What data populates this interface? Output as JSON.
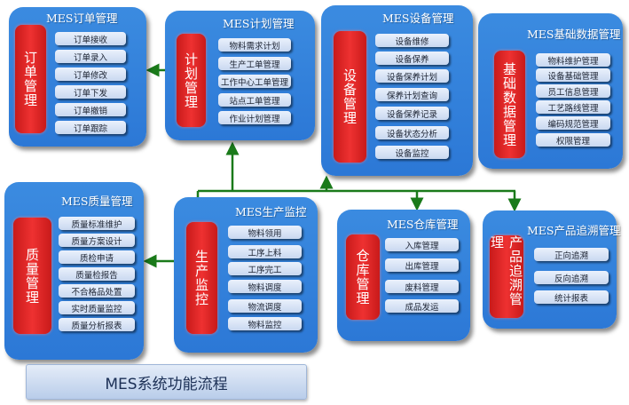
{
  "diagram_title": "MES系统功能流程",
  "colors": {
    "panel": "#2f7dd9",
    "bar": "#e52b2b",
    "item": "#d6e2f5",
    "connector": "#1a7a1a"
  },
  "panels": [
    {
      "id": "order",
      "title": "MES订单管理",
      "bar": "订单管理",
      "items": [
        "订单接收",
        "订单录入",
        "订单修改",
        "订单下发",
        "订单撤销",
        "订单跟踪"
      ]
    },
    {
      "id": "plan",
      "title": "MES计划管理",
      "bar": "计划管理",
      "items": [
        "物料需求计划",
        "生产工单管理",
        "工作中心工单管理",
        "站点工单管理",
        "作业计划管理"
      ]
    },
    {
      "id": "equipment",
      "title": "MES设备管理",
      "bar": "设备管理",
      "items": [
        "设备维修",
        "设备保养",
        "设备保养计划",
        "保养计划查询",
        "设备保养记录",
        "设备状态分析",
        "设备监控"
      ]
    },
    {
      "id": "basic",
      "title": "MES基础数据管理",
      "bar": "基础数据管理",
      "items": [
        "物料维护管理",
        "设备基础管理",
        "员工信息管理",
        "工艺路线管理",
        "编码规范管理",
        "权限管理"
      ]
    },
    {
      "id": "quality",
      "title": "MES质量管理",
      "bar": "质量管理",
      "items": [
        "质量标准维护",
        "质量方案设计",
        "质检申请",
        "质量检报告",
        "不合格品处置",
        "实时质量监控",
        "质量分析报表"
      ]
    },
    {
      "id": "production",
      "title": "MES生产监控",
      "bar": "生产监控",
      "items": [
        "物料领用",
        "工序上料",
        "工序完工",
        "物料调度",
        "物流调度",
        "物料监控"
      ]
    },
    {
      "id": "warehouse",
      "title": "MES仓库管理",
      "bar": "仓库管理",
      "items": [
        "入库管理",
        "出库管理",
        "废料管理",
        "成品发运"
      ]
    },
    {
      "id": "trace",
      "title": "MES产品追溯管理",
      "bar": "产品追溯管理",
      "items": [
        "正向追溯",
        "反向追溯",
        "统计报表"
      ]
    }
  ]
}
